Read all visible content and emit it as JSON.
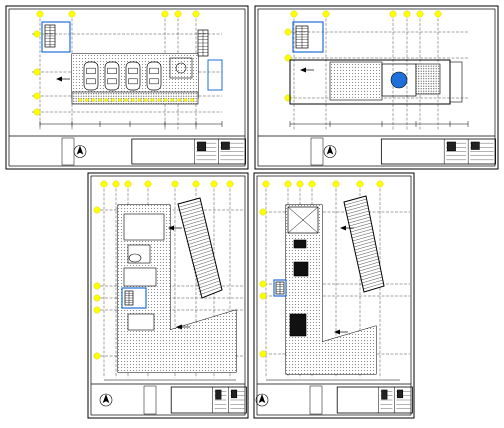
{
  "page": {
    "background": "#ffffff",
    "line_color": "#000000",
    "marker_color": "#ffff00",
    "hatch_color": "#7a7a7a",
    "highlight_color": "#1e6fd9"
  },
  "sheets": [
    {
      "id": "sheet-1",
      "content": "basement-parking-plan",
      "cars": 4
    },
    {
      "id": "sheet-2",
      "content": "ground-floor-plan"
    },
    {
      "id": "sheet-3",
      "content": "first-floor-plan"
    },
    {
      "id": "sheet-4",
      "content": "second-floor-plan"
    }
  ],
  "icons": [
    "north-arrow-icon",
    "car-icon",
    "staircase-icon",
    "section-arrow-icon",
    "grid-bubble-icon"
  ]
}
